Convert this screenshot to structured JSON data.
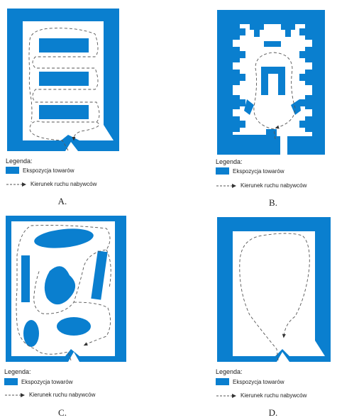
{
  "panels": [
    {
      "id": "A",
      "caption": "A.",
      "legend_title": "Legenda:",
      "legend_display": "Ekspozycja towarów",
      "legend_path": "Kierunek ruchu nabywców"
    },
    {
      "id": "B",
      "caption": "B.",
      "legend_title": "Legenda:",
      "legend_display": "Ekspozycja towarów",
      "legend_path": "Kierunek ruchu nabywców"
    },
    {
      "id": "C",
      "caption": "C.",
      "legend_title": "Legenda:",
      "legend_display": "Ekspozycja towarów",
      "legend_path": "Kierunek ruchu nabywców"
    },
    {
      "id": "D",
      "caption": "D.",
      "legend_title": "Legenda:",
      "legend_display": "Ekspozycja towarów",
      "legend_path": "Kierunek ruchu nabywców"
    }
  ],
  "colors": {
    "display": "#0a7fcf",
    "path": "#555555",
    "floor": "#ffffff"
  }
}
